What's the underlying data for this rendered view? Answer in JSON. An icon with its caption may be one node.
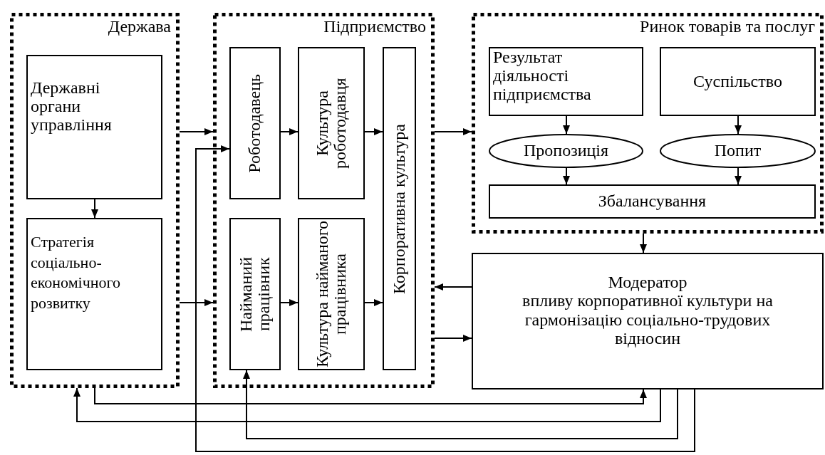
{
  "diagram": {
    "nodes": [
      {
        "text": [
          "Держава"
        ]
      },
      {
        "text": [
          "Державні органи управління"
        ],
        "in": 0
      },
      {
        "text": [
          "Стратегія соціально-економічного розвитку"
        ],
        "in": 0
      },
      {
        "text": [
          "Підприємство"
        ]
      },
      {
        "text": [
          "Роботодавець"
        ],
        "in": 3
      },
      {
        "text": [
          "Культура роботодавця"
        ],
        "in": 3
      },
      {
        "text": [
          "Корпоративна культура"
        ],
        "in": 3
      },
      {
        "text": [
          "Найманий працівник"
        ],
        "in": 3
      },
      {
        "text": [
          "Культура найманого працівника"
        ],
        "in": 3
      },
      {
        "text": [
          "Ринок товарів та послуг"
        ]
      },
      {
        "text": [
          "Результат діяльності підприємства"
        ],
        "in": 9
      },
      {
        "text": [
          "Суспільство"
        ],
        "in": 9
      },
      {
        "text": [
          "Пропозиція"
        ],
        "in": 9
      },
      {
        "text": [
          "Попит"
        ],
        "in": 9
      },
      {
        "text": [
          "Збалансування"
        ],
        "in": 9
      },
      {
        "text": [
          "Модератор",
          "впливу корпоративної культури на гармонізацію соціально-трудових відносин"
        ]
      }
    ],
    "edges": [
      {
        "from": 1,
        "to": 2,
        "arrow": "to"
      },
      {
        "from": 0,
        "to": 3,
        "arrow": "to"
      },
      {
        "from": 0,
        "to": 3,
        "arrow": "to"
      },
      {
        "from": 4,
        "to": 5,
        "arrow": "to"
      },
      {
        "from": 5,
        "to": 6,
        "arrow": "to"
      },
      {
        "from": 7,
        "to": 8,
        "arrow": "to"
      },
      {
        "from": 8,
        "to": 6,
        "arrow": "to"
      },
      {
        "from": 3,
        "to": 9,
        "arrow": "to"
      },
      {
        "from": 10,
        "to": 12,
        "arrow": "to"
      },
      {
        "from": 11,
        "to": 13,
        "arrow": "to"
      },
      {
        "from": 12,
        "to": 14,
        "arrow": "to"
      },
      {
        "from": 13,
        "to": 14,
        "arrow": "to"
      },
      {
        "from": 9,
        "to": 15,
        "arrow": "to"
      },
      {
        "from": 15,
        "to": 3,
        "arrow": "to"
      },
      {
        "from": 3,
        "to": 15,
        "arrow": "to"
      },
      {
        "from": 0,
        "to": 15,
        "arrow": "to"
      },
      {
        "from": 15,
        "to": 0,
        "arrow": "to"
      },
      {
        "from": 15,
        "to": 7,
        "arrow": "to"
      },
      {
        "from": 15,
        "to": 4,
        "arrow": "to"
      }
    ]
  }
}
